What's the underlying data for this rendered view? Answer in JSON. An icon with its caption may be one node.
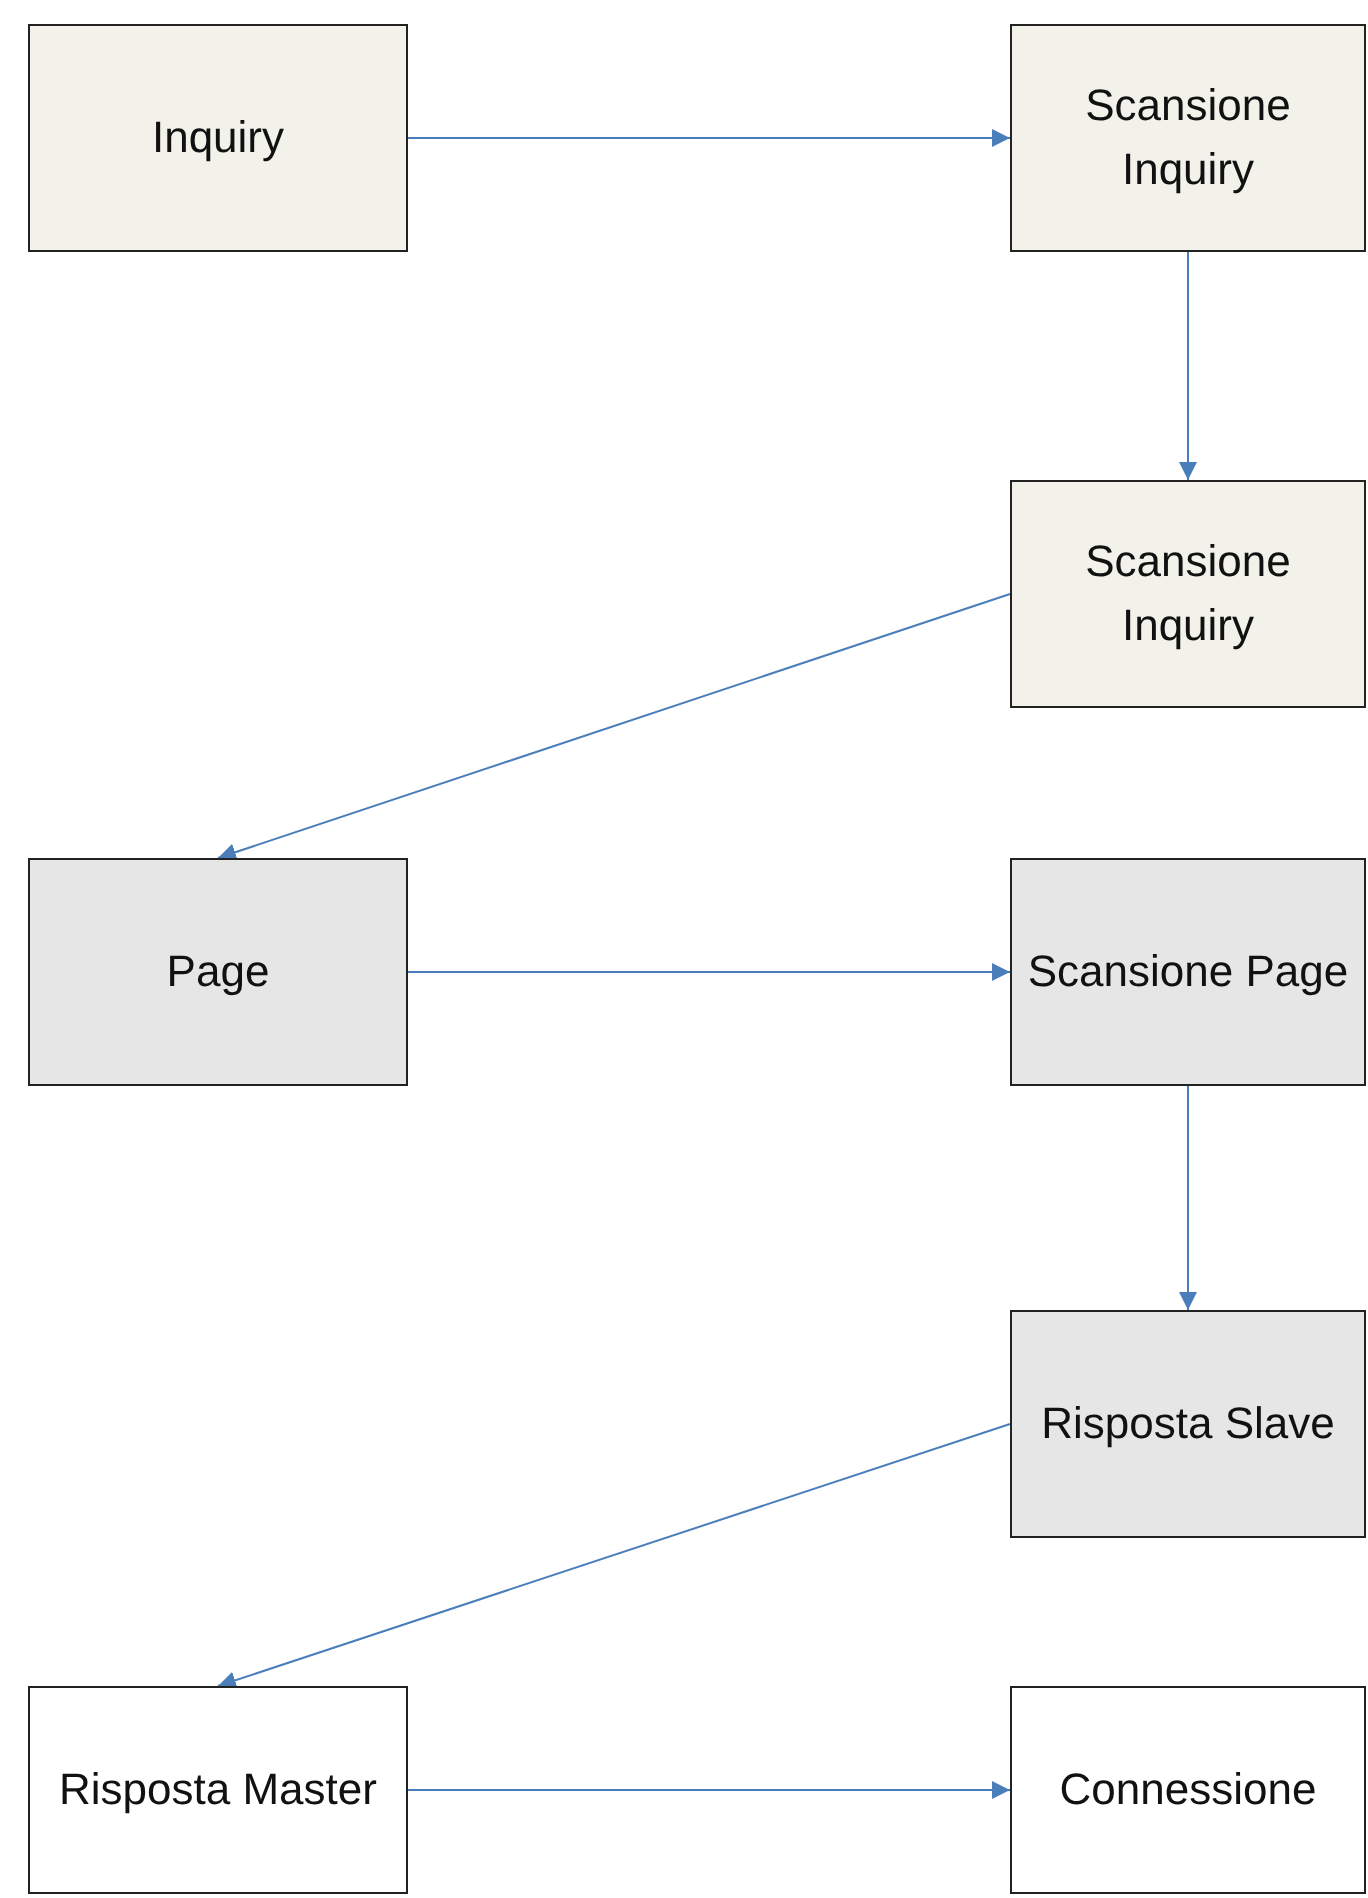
{
  "diagram": {
    "nodes": [
      {
        "text": [
          "Inquiry"
        ]
      },
      {
        "text": [
          "Scansione Inquiry"
        ]
      },
      {
        "text": [
          "Scansione Inquiry"
        ]
      },
      {
        "text": [
          "Page"
        ]
      },
      {
        "text": [
          "Scansione Page"
        ]
      },
      {
        "text": [
          "Risposta Slave"
        ]
      },
      {
        "text": [
          "Risposta Master"
        ]
      },
      {
        "text": [
          "Connessione"
        ]
      }
    ],
    "edges": [
      {
        "from": 0,
        "to": 1,
        "arrow": "to"
      },
      {
        "from": 1,
        "to": 2,
        "arrow": "to"
      },
      {
        "from": 2,
        "to": 3,
        "arrow": "to"
      },
      {
        "from": 3,
        "to": 4,
        "arrow": "to"
      },
      {
        "from": 4,
        "to": 5,
        "arrow": "to"
      },
      {
        "from": 5,
        "to": 6,
        "arrow": "to"
      },
      {
        "from": 6,
        "to": 7,
        "arrow": "to"
      }
    ]
  }
}
